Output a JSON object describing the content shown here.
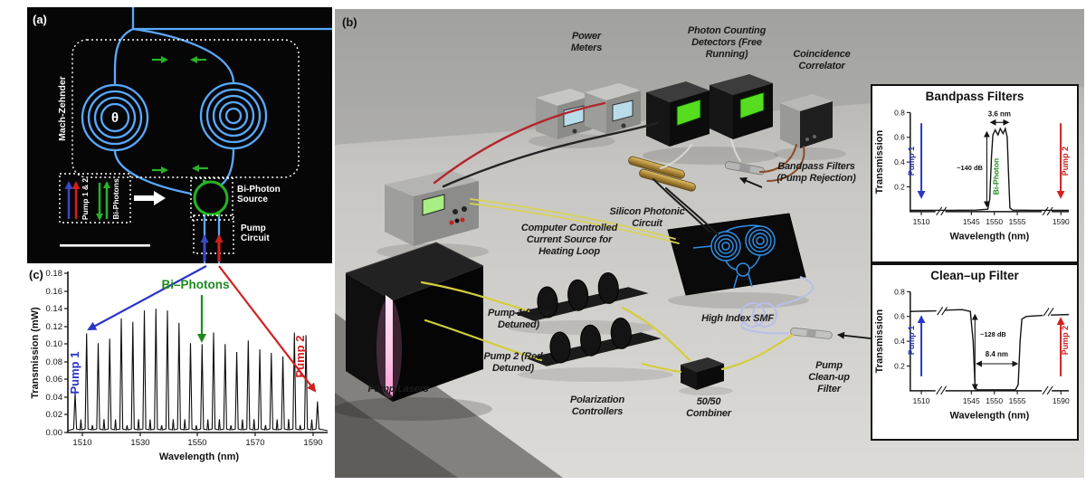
{
  "panel_a": {
    "tag": "(a)",
    "mach_zehnder": "Mach-Zehnder",
    "theta": "θ",
    "biphoton_source": [
      "Bi-Photon",
      "Source"
    ],
    "pump_circuit": [
      "Pump",
      "Circuit"
    ],
    "legend_pumps": "Pump 1 & 2",
    "legend_biphotons": "Bi-Photons"
  },
  "panel_b": {
    "tag": "(b)",
    "labels": {
      "power_meters": "Power Meters",
      "detectors": "Photon Counting Detectors (Free Running)",
      "correlator": "Coincidence Correlator",
      "bandpass": "Bandpass Filters (Pump Rejection)",
      "current_source": "Computer Controlled Current Source for Heating Loop",
      "chip": "Silicon Photonic Circuit",
      "smf": "High Index SMF",
      "pump_lasers": "Pump Lasers",
      "pump1": "Pump 1 (Blue Detuned)",
      "pump2": "Pump 2 (Red Detuned)",
      "polarization": "Polarization Controllers",
      "combiner": "50/50 Combiner",
      "cleanup": "Pump Clean-up Filter"
    }
  },
  "chart_data": [
    {
      "id": "biphoton_spectrum",
      "type": "line",
      "panel_tag": "(c)",
      "xlabel": "Wavelength (nm)",
      "ylabel": "Transmission (mW)",
      "xlim": [
        1505,
        1595
      ],
      "ylim": [
        0,
        0.18
      ],
      "xticks": [
        "1510",
        "1530",
        "1550",
        "1570",
        "1590"
      ],
      "yticks": [
        "0.00",
        "0.02",
        "0.04",
        "0.06",
        "0.08",
        "0.10",
        "0.12",
        "0.14",
        "0.16",
        "0.18"
      ],
      "annotations": {
        "pump1": "Pump 1",
        "biphotons": "Bi–Photons",
        "pump2": "Pump 2"
      },
      "peaks": [
        [
          1507.5,
          0.045
        ],
        [
          1511.5,
          0.112
        ],
        [
          1515.5,
          0.101
        ],
        [
          1519.5,
          0.106
        ],
        [
          1523.5,
          0.129
        ],
        [
          1527.5,
          0.125
        ],
        [
          1531.5,
          0.138
        ],
        [
          1535.5,
          0.14
        ],
        [
          1539.5,
          0.138
        ],
        [
          1543.5,
          0.124
        ],
        [
          1547.5,
          0.101
        ],
        [
          1551.5,
          0.1
        ],
        [
          1555.5,
          0.113
        ],
        [
          1559.5,
          0.1
        ],
        [
          1563.5,
          0.091
        ],
        [
          1567.5,
          0.104
        ],
        [
          1571.5,
          0.094
        ],
        [
          1575.5,
          0.09
        ],
        [
          1579.5,
          0.086
        ],
        [
          1583.5,
          0.113
        ],
        [
          1587.5,
          0.11
        ],
        [
          1591.5,
          0.035
        ]
      ]
    },
    {
      "id": "bandpass_filters",
      "type": "line",
      "title": "Bandpass Filters",
      "xlabel": "Wavelength (nm)",
      "ylabel": "Transmission",
      "ylim": [
        0,
        0.8
      ],
      "xticks": [
        "1510",
        "1545",
        "1550",
        "1555",
        "1590"
      ],
      "yticks": [
        "0.2",
        "0.4",
        "0.6",
        "0.8"
      ],
      "axis_breaks": true,
      "annotations": {
        "width": "3.6 nm",
        "depth": "~140 dB",
        "band": "Bi-Photon",
        "pump1": "Pump 1",
        "pump2": "Pump 2"
      },
      "curve": [
        [
          1505,
          0.01
        ],
        [
          1540,
          0.01
        ],
        [
          1546,
          0.012
        ],
        [
          1548.6,
          0.02
        ],
        [
          1549,
          0.1
        ],
        [
          1549.4,
          0.45
        ],
        [
          1549.7,
          0.62
        ],
        [
          1550.2,
          0.66
        ],
        [
          1550.8,
          0.62
        ],
        [
          1551.3,
          0.67
        ],
        [
          1551.9,
          0.63
        ],
        [
          1552.4,
          0.67
        ],
        [
          1552.8,
          0.6
        ],
        [
          1553.1,
          0.3
        ],
        [
          1553.4,
          0.03
        ],
        [
          1554,
          0.012
        ],
        [
          1560,
          0.01
        ],
        [
          1595,
          0.01
        ]
      ]
    },
    {
      "id": "cleanup_filter",
      "type": "line",
      "title": "Clean–up Filter",
      "xlabel": "Wavelength (nm)",
      "ylabel": "Transmission",
      "ylim": [
        0,
        0.8
      ],
      "xticks": [
        "1510",
        "1545",
        "1550",
        "1555",
        "1590"
      ],
      "yticks": [
        "0.2",
        "0.4",
        "0.6",
        "0.8"
      ],
      "axis_breaks": true,
      "annotations": {
        "depth": "~128 dB",
        "width": "8.4 nm",
        "pump1": "Pump 1",
        "pump2": "Pump 2"
      },
      "curve": [
        [
          1505,
          0.64
        ],
        [
          1520,
          0.645
        ],
        [
          1535,
          0.65
        ],
        [
          1543,
          0.655
        ],
        [
          1544.8,
          0.64
        ],
        [
          1545.4,
          0.4
        ],
        [
          1545.8,
          0.05
        ],
        [
          1546.2,
          0.008
        ],
        [
          1554.6,
          0.008
        ],
        [
          1555.2,
          0.05
        ],
        [
          1555.6,
          0.4
        ],
        [
          1556,
          0.58
        ],
        [
          1557,
          0.6
        ],
        [
          1570,
          0.61
        ],
        [
          1595,
          0.615
        ]
      ]
    }
  ]
}
